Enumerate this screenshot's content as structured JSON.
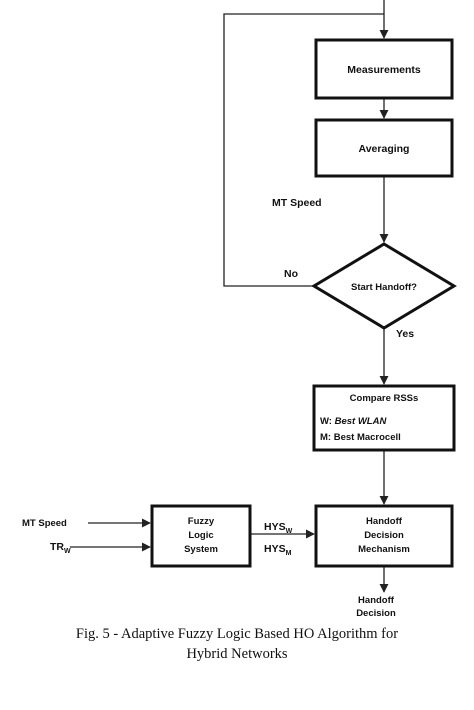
{
  "diagram": {
    "nodes": {
      "measurements": "Measurements",
      "averaging": "Averaging",
      "start_handoff": "Start Handoff?",
      "compare_title": "Compare RSSs",
      "compare_w_prefix": "W: ",
      "compare_w_italic": "Best WLAN",
      "compare_m": "M: Best Macrocell",
      "fuzzy_1": "Fuzzy",
      "fuzzy_2": "Logic",
      "fuzzy_3": "System",
      "hdm_1": "Handoff",
      "hdm_2": "Decision",
      "hdm_3": "Mechanism"
    },
    "labels": {
      "mt_speed_upper": "MT Speed",
      "no": "No",
      "yes": "Yes",
      "mt_speed_left": "MT Speed",
      "tr_main": "TR",
      "tr_sub": "W",
      "hys_main_1": "HYS",
      "hys_sub_1": "W",
      "hys_main_2": "HYS",
      "hys_sub_2": "M",
      "decision_1": "Handoff",
      "decision_2": "Decision"
    },
    "caption_line1": "Fig. 5 - Adaptive Fuzzy Logic Based HO Algorithm for",
    "caption_line2": "Hybrid Networks"
  }
}
